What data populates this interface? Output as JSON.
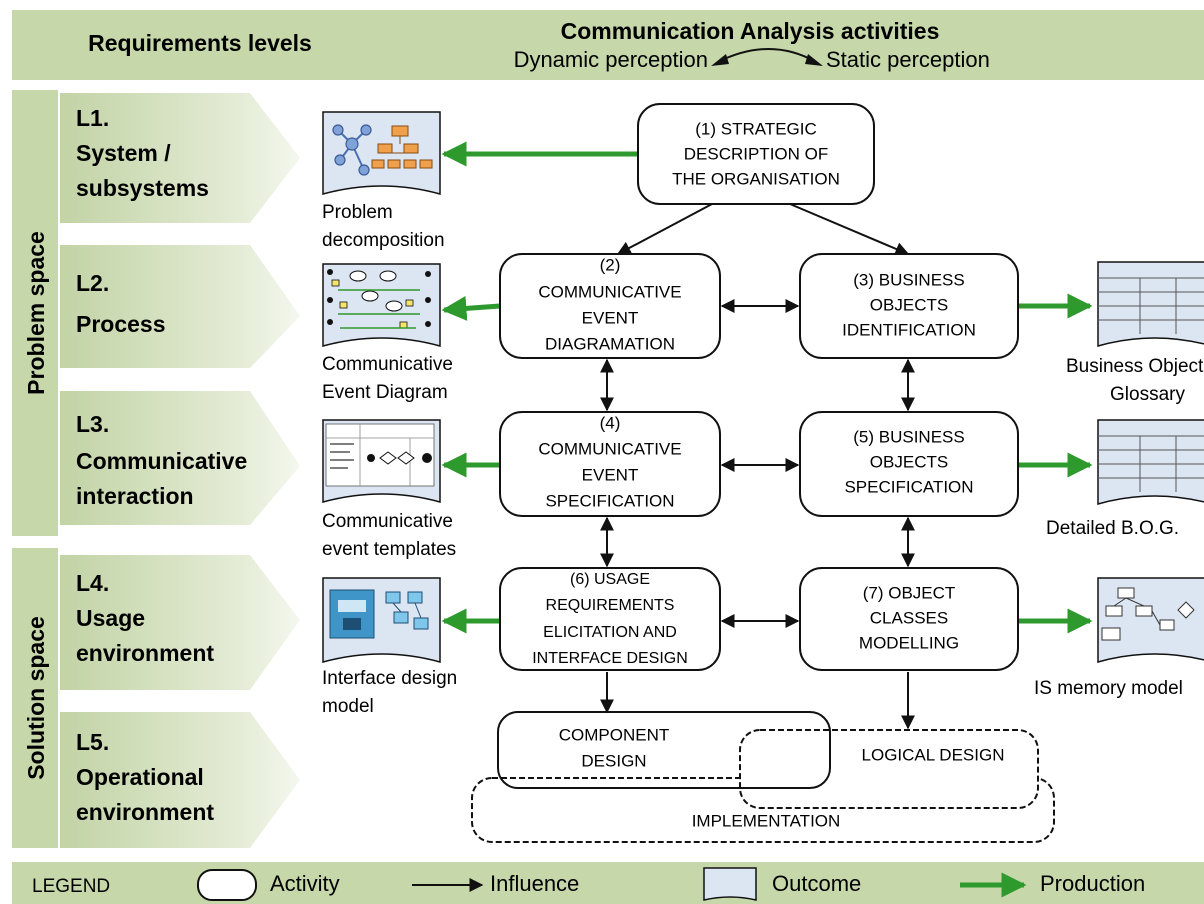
{
  "header": {
    "requirements_levels": "Requirements levels",
    "ca_title": "Communication Analysis activities",
    "dynamic": "Dynamic perception",
    "static": "Static perception"
  },
  "spaces": {
    "problem": "Problem space",
    "solution": "Solution space"
  },
  "levels": [
    {
      "lines": [
        "L1.",
        "System /",
        "subsystems"
      ]
    },
    {
      "lines": [
        "L2.",
        "Process"
      ]
    },
    {
      "lines": [
        "L3.",
        "Communicative",
        "interaction"
      ]
    },
    {
      "lines": [
        "L4.",
        "Usage",
        "environment"
      ]
    },
    {
      "lines": [
        "L5.",
        "Operational",
        "environment"
      ]
    }
  ],
  "activities": [
    {
      "id": "a1",
      "lines": [
        "(1) STRATEGIC",
        "DESCRIPTION OF",
        "THE ORGANISATION"
      ]
    },
    {
      "id": "a2",
      "lines": [
        "(2)",
        "COMMUNICATIVE",
        "EVENT",
        "DIAGRAMATION"
      ]
    },
    {
      "id": "a3",
      "lines": [
        "(3) BUSINESS",
        "OBJECTS",
        "IDENTIFICATION"
      ]
    },
    {
      "id": "a4",
      "lines": [
        "(4)",
        "COMMUNICATIVE",
        "EVENT",
        "SPECIFICATION"
      ]
    },
    {
      "id": "a5",
      "lines": [
        "(5) BUSINESS",
        "OBJECTS",
        "SPECIFICATION"
      ]
    },
    {
      "id": "a6",
      "lines": [
        "(6) USAGE",
        "REQUIREMENTS",
        "ELICITATION AND",
        "INTERFACE DESIGN"
      ]
    },
    {
      "id": "a7",
      "lines": [
        "(7) OBJECT",
        "CLASSES",
        "MODELLING"
      ]
    }
  ],
  "design": {
    "component": [
      "COMPONENT",
      "DESIGN"
    ],
    "logical": "LOGICAL DESIGN",
    "implementation": "IMPLEMENTATION"
  },
  "outcomes": [
    {
      "id": "o1",
      "icon": "hierarchy-icon",
      "lines": [
        "Problem",
        "decomposition"
      ]
    },
    {
      "id": "o2",
      "icon": "event-diagram-icon",
      "lines": [
        "Communicative",
        "Event Diagram"
      ]
    },
    {
      "id": "o3",
      "icon": "event-template-icon",
      "lines": [
        "Communicative",
        "event templates"
      ]
    },
    {
      "id": "o4",
      "icon": "interface-design-icon",
      "lines": [
        "Interface design",
        "model"
      ]
    },
    {
      "id": "o5",
      "icon": "glossary-table-icon",
      "lines": [
        "Business Object",
        "Glossary"
      ]
    },
    {
      "id": "o6",
      "icon": "detailed-table-icon",
      "lines": [
        "Detailed B.O.G."
      ]
    },
    {
      "id": "o7",
      "icon": "memory-model-icon",
      "lines": [
        "IS memory model"
      ]
    }
  ],
  "legend": {
    "title": "LEGEND",
    "activity": "Activity",
    "influence": "Influence",
    "outcome": "Outcome",
    "production": "Production"
  },
  "colors": {
    "band": "#c6d7a9",
    "arrow_green": "#2e9a2e",
    "outcome_fill": "#dce6f2",
    "black": "#111111"
  }
}
